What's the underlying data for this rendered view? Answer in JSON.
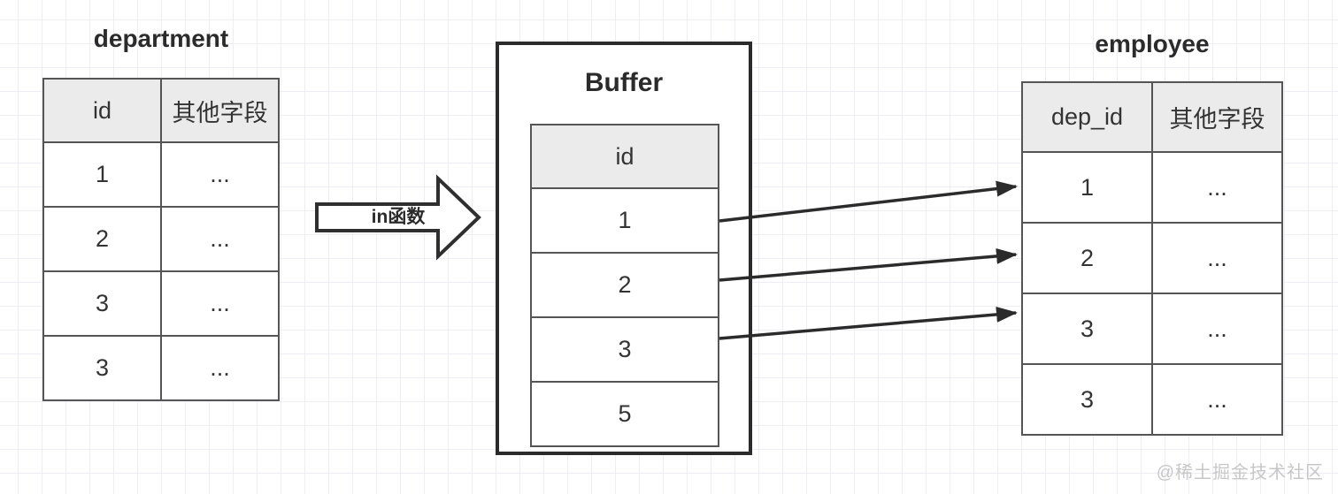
{
  "page": {
    "watermark": "@稀土掘金技术社区"
  },
  "department": {
    "title": "department",
    "columns": [
      "id",
      "其他字段"
    ],
    "rows": [
      [
        "1",
        "..."
      ],
      [
        "2",
        "..."
      ],
      [
        "3",
        "..."
      ],
      [
        "3",
        "..."
      ]
    ]
  },
  "transfer_arrow": {
    "label": "in函数",
    "direction": "right"
  },
  "buffer": {
    "title": "Buffer",
    "columns": [
      "id"
    ],
    "rows": [
      [
        "1"
      ],
      [
        "2"
      ],
      [
        "3"
      ],
      [
        "5"
      ]
    ]
  },
  "employee": {
    "title": "employee",
    "columns": [
      "dep_id",
      "其他字段"
    ],
    "rows": [
      [
        "1",
        "..."
      ],
      [
        "2",
        "..."
      ],
      [
        "3",
        "..."
      ],
      [
        "3",
        "..."
      ]
    ]
  },
  "connections": [
    {
      "from": "buffer-row-1",
      "to": "employee-row-1"
    },
    {
      "from": "buffer-row-2",
      "to": "employee-row-2"
    },
    {
      "from": "buffer-row-3",
      "to": "employee-row-3"
    }
  ],
  "colors": {
    "table_border": "#555555",
    "header_bg": "#ebebeb",
    "cell_text": "#333333",
    "buffer_border": "#2b2b2b",
    "arrow": "#2b2b2b",
    "watermark": "#c7c7c7"
  }
}
